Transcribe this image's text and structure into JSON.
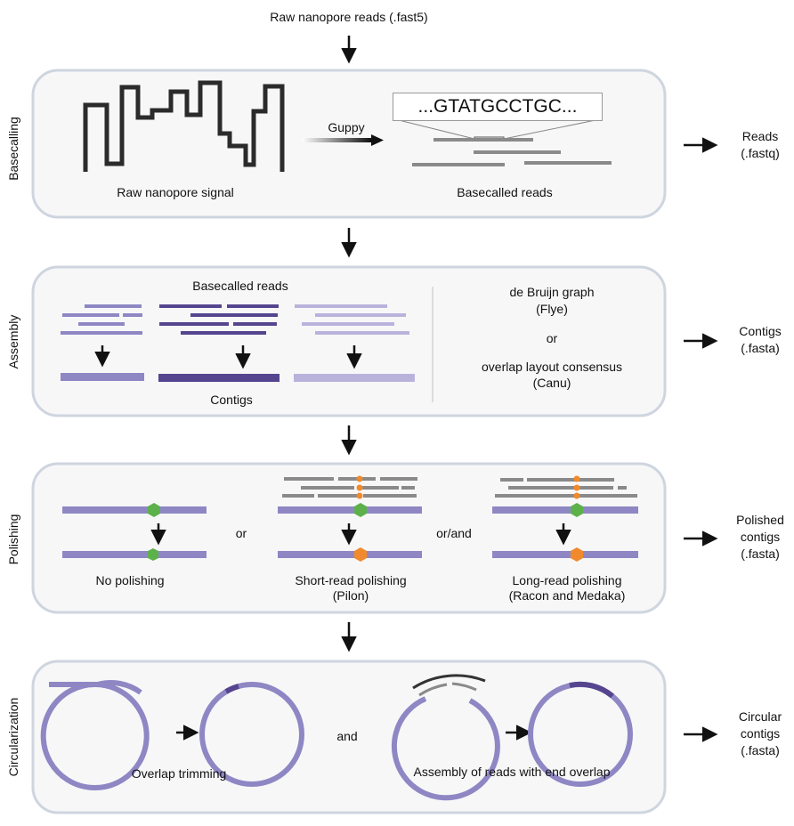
{
  "input_label": "Raw nanopore reads (.fast5)",
  "sections": {
    "basecalling": {
      "label": "Basecalling",
      "signal_caption": "Raw nanopore signal",
      "tool": "Guppy",
      "sequence": "...GTATGCCTGC...",
      "reads_caption": "Basecalled reads",
      "output": "Reads\n(.fastq)"
    },
    "assembly": {
      "label": "Assembly",
      "reads_caption": "Basecalled reads",
      "contigs_caption": "Contigs",
      "method1": "de Bruijn graph",
      "method1_tool": "(Flye)",
      "or": "or",
      "method2": "overlap layout consensus",
      "method2_tool": "(Canu)",
      "output": "Contigs\n(.fasta)"
    },
    "polishing": {
      "label": "Polishing",
      "or1": "or",
      "or2": "or/and",
      "no_polishing": "No polishing",
      "short_read": "Short-read polishing",
      "short_read_tool": "(Pilon)",
      "long_read": "Long-read polishing",
      "long_read_tool": "(Racon and Medaka)",
      "output": "Polished\ncontigs\n(.fasta)"
    },
    "circularization": {
      "label": "Circularization",
      "overlap_trimming": "Overlap trimming",
      "and": "and",
      "assembly_overlap": "Assembly of reads with end overlap",
      "output": "Circular\ncontigs\n(.fasta)"
    }
  },
  "colors": {
    "purple_mid": "#8e87c4",
    "purple_dark": "#55458f",
    "purple_light": "#b9b3dc",
    "grey_read": "#8a8a8a",
    "green_base": "#5db14a",
    "orange_base": "#f08a2c",
    "panel_border": "#cfd5df",
    "panel_fill": "#f7f7f8"
  }
}
